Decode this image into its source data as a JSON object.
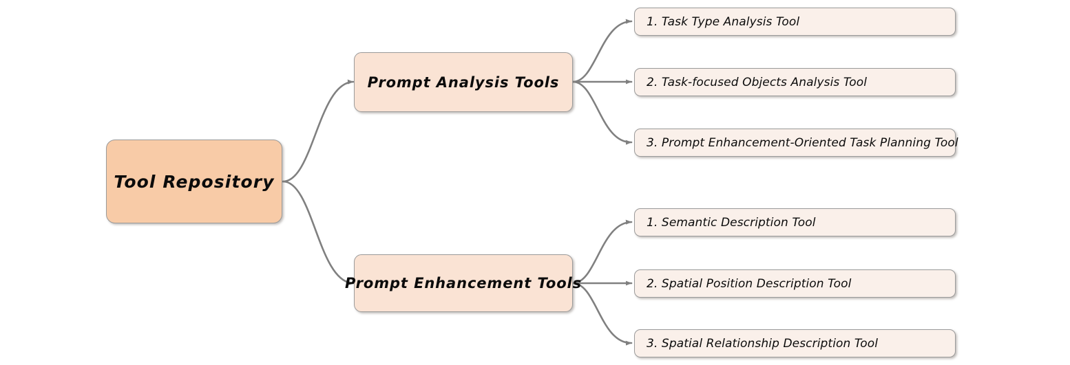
{
  "diagram": {
    "type": "mind-map",
    "title": "Tool Repository",
    "colors": {
      "root_fill": "#f8cba7",
      "branch_fill": "#fae3d4",
      "leaf_fill": "#faf0ea",
      "node_stroke": "#9a9a9a",
      "edge_stroke": "#808080",
      "text": "#0b0b0b",
      "background": "#ffffff"
    },
    "root": {
      "label": "Tool Repository"
    },
    "branches": [
      {
        "label": "Prompt Analysis Tools",
        "children": [
          {
            "label": "1. Task Type Analysis Tool"
          },
          {
            "label": "2. Task-focused Objects Analysis Tool"
          },
          {
            "label": "3. Prompt Enhancement-Oriented Task Planning Tool"
          }
        ]
      },
      {
        "label": "Prompt Enhancement Tools",
        "children": [
          {
            "label": "1. Semantic Description Tool"
          },
          {
            "label": "2. Spatial Position Description Tool"
          },
          {
            "label": "3. Spatial Relationship Description Tool"
          }
        ]
      }
    ]
  }
}
